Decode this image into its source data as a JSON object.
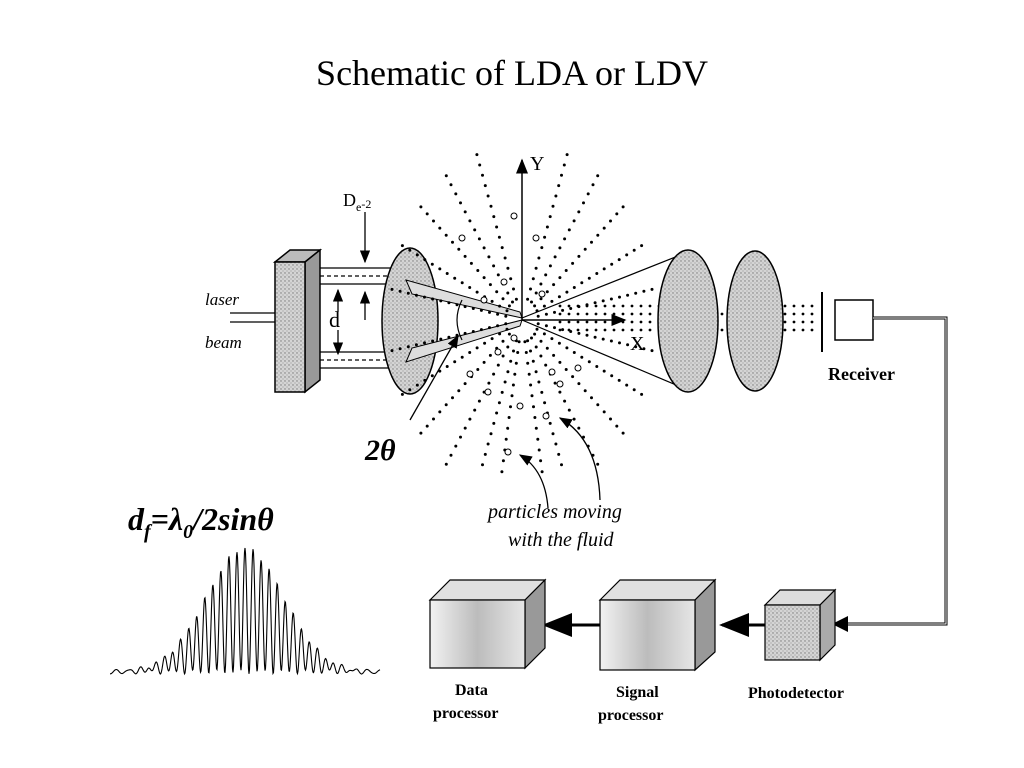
{
  "title": "Schematic of LDA or LDV",
  "labels": {
    "laser_line1": "laser",
    "laser_line2": "beam",
    "d_label": "d",
    "de2_base": "D",
    "de2_sub": "e",
    "de2_tail": "-2",
    "y_axis": "Y",
    "x_axis": "X",
    "receiver": "Receiver",
    "two_theta": "2θ",
    "particles_line1": "particles moving",
    "particles_line2": "with the fluid",
    "data_processor_line1": "Data",
    "data_processor_line2": "processor",
    "signal_processor_line1": "Signal",
    "signal_processor_line2": "processor",
    "photodetector": "Photodetector"
  },
  "formula": {
    "d": "d",
    "sub_f": "f",
    "eq": "=λ",
    "sub_0": "0",
    "tail": "/2sinθ"
  }
}
